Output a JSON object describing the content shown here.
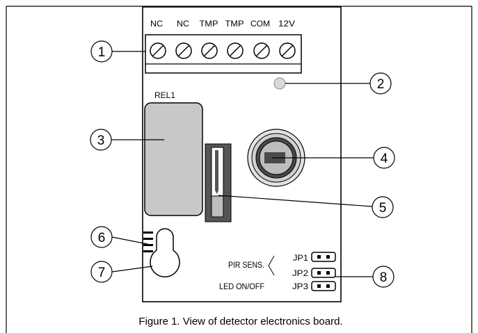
{
  "figure": {
    "caption": "Figure 1. View of detector electronics board."
  },
  "terminals": [
    "NC",
    "NC",
    "TMP",
    "TMP",
    "COM",
    "12V"
  ],
  "relay_label": "REL1",
  "jumpers": {
    "pir_label": "PIR SENS.",
    "jp1": "JP1",
    "jp2": "JP2",
    "led_label": "LED ON/OFF",
    "jp3": "JP3"
  },
  "callouts": [
    "1",
    "2",
    "3",
    "4",
    "5",
    "6",
    "7",
    "8"
  ]
}
